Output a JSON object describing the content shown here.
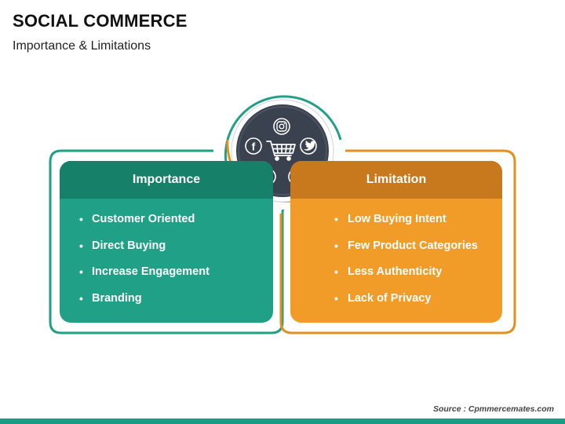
{
  "title": "SOCIAL COMMERCE",
  "subtitle": "Importance & Limitations",
  "importance": {
    "heading": "Importance",
    "items": [
      "Customer Oriented",
      "Direct Buying",
      "Increase Engagement",
      "Branding"
    ]
  },
  "limitation": {
    "heading": "Limitation",
    "items": [
      "Low Buying Intent",
      "Few Product Categories",
      "Less Authenticity",
      "Lack of Privacy"
    ]
  },
  "hub_icons": [
    "instagram-icon",
    "facebook-icon",
    "shopping-cart-icon",
    "twitter-icon",
    "youtube-icon",
    "linkedin-icon"
  ],
  "source": "Source : Cpmmercemates.com",
  "colors": {
    "teal": "#20a086",
    "teal_dark": "#178068",
    "orange": "#f19c28",
    "orange_dark": "#c8781d",
    "hub_fill": "#3a4250"
  }
}
